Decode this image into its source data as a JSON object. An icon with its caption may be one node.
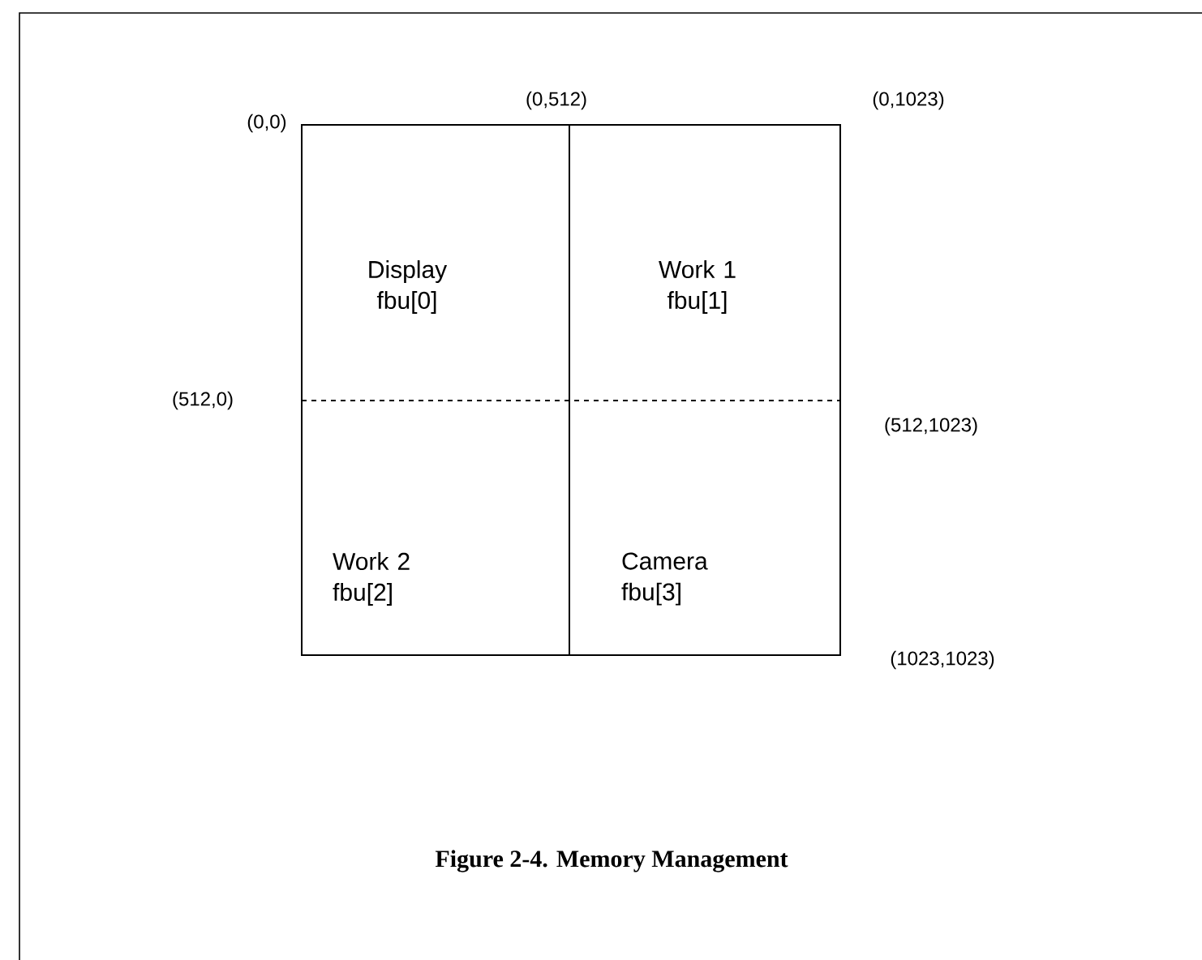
{
  "diagram": {
    "caption": "Figure 2-4. Memory Management",
    "nodes": [
      {
        "text": [
          "Display fbu[0]"
        ]
      },
      {
        "text": [
          "Work 1 fbu[1]"
        ]
      },
      {
        "text": [
          "Work 2 fbu[2]"
        ]
      },
      {
        "text": [
          "Camera fbu[3]"
        ]
      }
    ],
    "labels": [
      "(0,0)",
      "(0,512)",
      "(0,1023)",
      "(512,0)",
      "(512,1023)",
      "(1023,1023)"
    ]
  }
}
